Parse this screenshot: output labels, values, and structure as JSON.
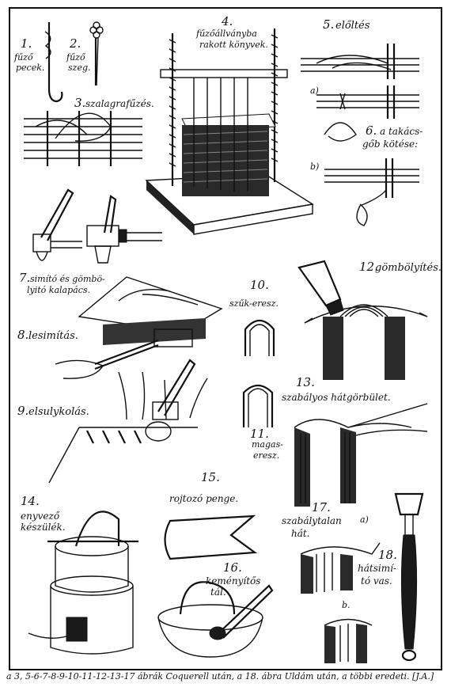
{
  "figures": {
    "f1": {
      "number": "1.",
      "label_a": "fűző",
      "label_b": "pecek."
    },
    "f2": {
      "number": "2.",
      "label_a": "fűző",
      "label_b": "szeg."
    },
    "f3": {
      "number": "3.",
      "label": "szalagrafűzés."
    },
    "f4": {
      "number": "4.",
      "label_a": "fűzőállványba",
      "label_b": "rakott könyvek."
    },
    "f5": {
      "number": "5.",
      "label": "előltés",
      "part_a": "a)",
      "part_b": "b)"
    },
    "f6": {
      "number": "6.",
      "label_a": "a takács-",
      "label_b": "gőb kötése:"
    },
    "f7": {
      "number": "7.",
      "label_a": "simító és gömbö-",
      "label_b": "lyitó kalapács."
    },
    "f8": {
      "number": "8.",
      "label": "lesimítás."
    },
    "f9": {
      "number": "9.",
      "label": "elsulykolás."
    },
    "f10": {
      "number": "10.",
      "label": "szűk-eresz."
    },
    "f11": {
      "number": "11.",
      "label_a": "magas-",
      "label_b": "eresz."
    },
    "f12": {
      "number": "12.",
      "label": "gömbölyítés."
    },
    "f13": {
      "number": "13.",
      "label": "szabályos hátgörbület."
    },
    "f14": {
      "number": "14.",
      "label_a": "enyvező",
      "label_b": "készülék."
    },
    "f15": {
      "number": "15.",
      "label": "rojtozó penge."
    },
    "f16": {
      "number": "16.",
      "label_a": "keményítős",
      "label_b": "tál."
    },
    "f17": {
      "number": "17.",
      "label_a": "szabálytalan",
      "label_b": "hát.",
      "part_a": "a)",
      "part_b": "b."
    },
    "f18": {
      "number": "18.",
      "label_a": "hátsimí-",
      "label_b": "tó vas."
    }
  },
  "caption": "a 3, 5-6-7-8-9-10-11-12-13-17 ábrák Coquerell után, a 18. ábra Uldám után, a többi eredeti. [J.A.]"
}
